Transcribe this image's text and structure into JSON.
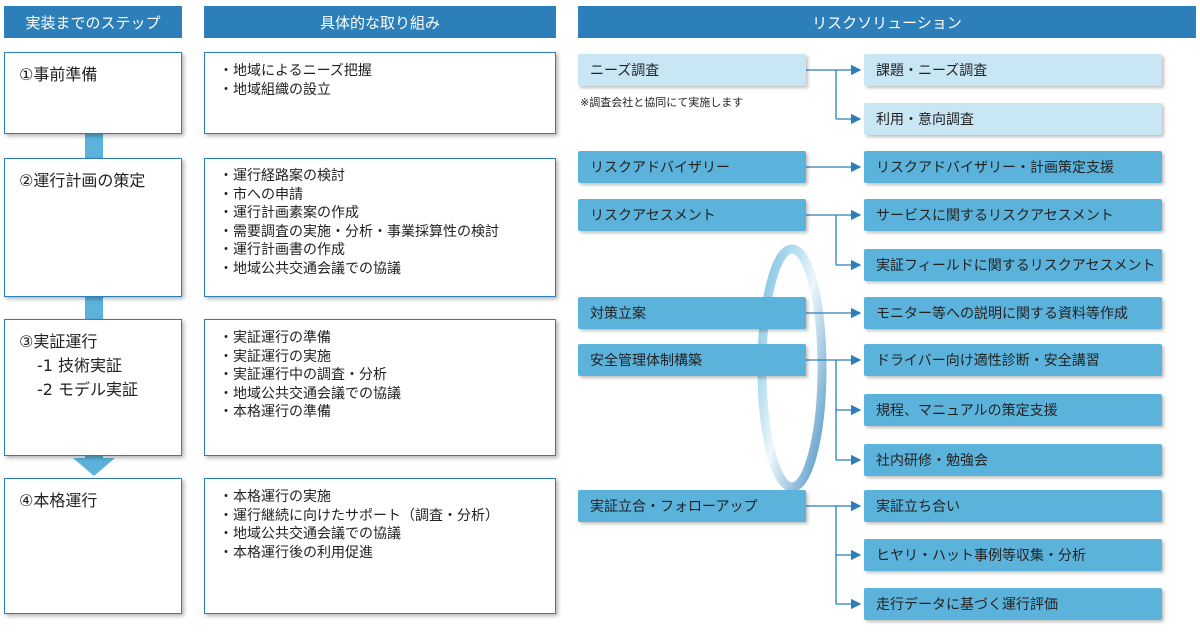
{
  "headers": {
    "steps": "実装までのステップ",
    "actions": "具体的な取り組み",
    "solutions": "リスクソリューション"
  },
  "steps": [
    {
      "title": "①事前準備",
      "subs": []
    },
    {
      "title": "②運行計画の策定",
      "subs": []
    },
    {
      "title": "③実証運行",
      "subs": [
        "-1 技術実証",
        "-2 モデル実証"
      ]
    },
    {
      "title": "④本格運行",
      "subs": []
    }
  ],
  "actions": [
    [
      "・地域によるニーズ把握",
      "・地域組織の設立"
    ],
    [
      "・運行経路案の検討",
      "・市への申請",
      "・運行計画素案の作成",
      "・需要調査の実施・分析・事業採算性の検討",
      "・運行計画書の作成",
      "・地域公共交通会議での協議"
    ],
    [
      "・実証運行の準備",
      "・実証運行の実施",
      "・実証運行中の調査・分析",
      "・地域公共交通会議での協議",
      "・本格運行の準備"
    ],
    [
      "・本格運行の実施",
      "・運行継続に向けたサポート（調査・分析）",
      "・地域公共交通会議での協議",
      "・本格運行後の利用促進"
    ]
  ],
  "risk_items": [
    "ニーズ調査",
    "リスクアドバイザリー",
    "リスクアセスメント",
    "対策立案",
    "安全管理体制構築",
    "実証立合・フォローアップ"
  ],
  "note": "※調査会社と協同にて実施します",
  "solutions": [
    "課題・ニーズ調査",
    "利用・意向調査",
    "リスクアドバイザリー・計画策定支援",
    "サービスに関するリスクアセスメント",
    "実証フィールドに関するリスクアセスメント",
    "モニター等への説明に関する資料等作成",
    "ドライバー向け適性診断・安全講習",
    "規程、マニュアルの策定支援",
    "社内研修・勉強会",
    "実証立ち合い",
    "ヒヤリ・ハット事例等収集・分析",
    "走行データに基づく運行評価"
  ],
  "colors": {
    "header": "#2c7fb8",
    "light": "#c9e6f5",
    "dark": "#5bb3dc"
  }
}
